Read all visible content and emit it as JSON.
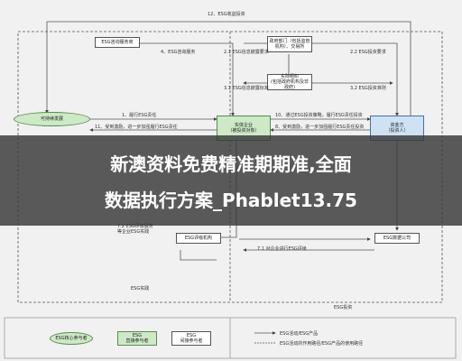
{
  "diagram": {
    "top_label": "12、ESG收益投资",
    "nodes": {
      "esg_info_service": "ESG咨询服务商",
      "gov_dept_line1": "政府部门（包括监管",
      "gov_dept_line2": "机构）、交易所",
      "industry_org_line1": "实际组织",
      "industry_org_line2": "(包括政府机构及非政府)",
      "implementer_line1": "实体企业",
      "implementer_line2": "（被投资对象）",
      "investor_line1": "资金方",
      "investor_line2": "（投资人）",
      "sustainable_dev": "可持续发展",
      "esg_rating_agency": "ESG评级机构",
      "esg_data_company": "ESG数据公司",
      "esg_practice_zone": "ESG实践",
      "esg_investment_zone": "ESG投资"
    },
    "edges": {
      "e4": "4、ESG咨询服务",
      "e2_1": "2.1 ESG信息披露要求",
      "e2_2": "2.2 ESG投资要求",
      "e3_1": "3.1 ESG信息披露标准",
      "e3_2": "3.2 ESG投资准则",
      "e1": "1、履行ESG责任",
      "e11": "11、受到激励，进一步加强履行ESG责任",
      "e10": "10、通过ESG投资策略，履行ESG责任投资",
      "e8": "8、受到激励，进一步加强履行ESG责任投资",
      "e7_2_line1": "7.2 ESG评级服务",
      "e7_2_line2": "等企业ESG实践",
      "e7_1": "7.1 对企业进行ESG评级"
    },
    "legend": {
      "core": "ESG核心参与者",
      "direct_line1": "ESG",
      "direct_line2": "直接参与者",
      "indirect_line1": "ESG",
      "indirect_line2": "间接参与者",
      "activity": "ESG活动/ESG产品",
      "flow": "ESG活动的作用路径/ESG产品的使用路径"
    }
  },
  "overlay": {
    "line1": "新澳资料免费精准期期准,全面",
    "line2": "数据执行方案_Phablet13.75"
  },
  "colors": {
    "banner": "#373737",
    "core_node": "#cde9c6",
    "direct_node": "#cfe2f3"
  }
}
